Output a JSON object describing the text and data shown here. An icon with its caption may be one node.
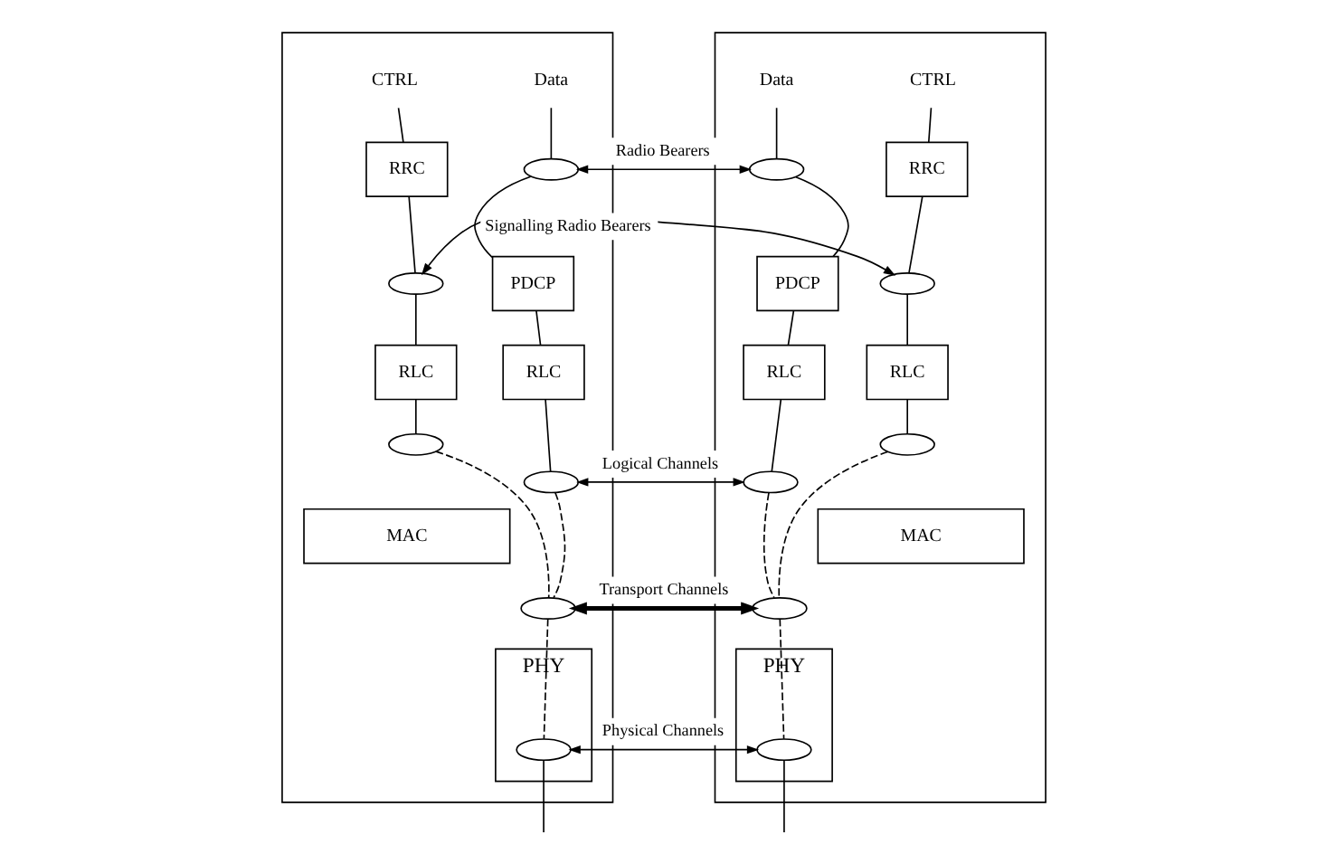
{
  "diagram": {
    "nodes": [
      {
        "text": [],
        "shape": "box"
      },
      {
        "text": [
          "CTRL"
        ],
        "in": 0
      },
      {
        "text": [
          "Data"
        ],
        "in": 0
      },
      {
        "text": [
          "RRC"
        ],
        "in": 0
      },
      {
        "text": [],
        "shape": "ellipse",
        "in": 0
      },
      {
        "text": [],
        "shape": "ellipse",
        "in": 0
      },
      {
        "text": [
          "PDCP"
        ],
        "in": 0
      },
      {
        "text": [
          "RLC"
        ],
        "in": 0
      },
      {
        "text": [
          "RLC"
        ],
        "in": 0
      },
      {
        "text": [],
        "shape": "ellipse",
        "in": 0
      },
      {
        "text": [],
        "shape": "ellipse",
        "in": 0
      },
      {
        "text": [
          "MAC"
        ],
        "in": 0
      },
      {
        "text": [],
        "shape": "ellipse",
        "in": 0
      },
      {
        "text": [
          "PHY"
        ],
        "in": 0
      },
      {
        "text": [],
        "shape": "ellipse",
        "in": 13
      },
      {
        "text": [],
        "shape": "box"
      },
      {
        "text": [
          "Data"
        ],
        "in": 15
      },
      {
        "text": [
          "CTRL"
        ],
        "in": 15
      },
      {
        "text": [
          "RRC"
        ],
        "in": 15
      },
      {
        "text": [],
        "shape": "ellipse",
        "in": 15
      },
      {
        "text": [],
        "shape": "ellipse",
        "in": 15
      },
      {
        "text": [
          "PDCP"
        ],
        "in": 15
      },
      {
        "text": [
          "RLC"
        ],
        "in": 15
      },
      {
        "text": [
          "RLC"
        ],
        "in": 15
      },
      {
        "text": [],
        "shape": "ellipse",
        "in": 15
      },
      {
        "text": [],
        "shape": "ellipse",
        "in": 15
      },
      {
        "text": [
          "MAC"
        ],
        "in": 15
      },
      {
        "text": [],
        "shape": "ellipse",
        "in": 15
      },
      {
        "text": [
          "PHY"
        ],
        "in": 15
      },
      {
        "text": [],
        "shape": "ellipse",
        "in": 28
      }
    ],
    "edges": [
      {
        "from": 1,
        "to": 3,
        "arrow": "none"
      },
      {
        "from": 3,
        "to": 4,
        "arrow": "none"
      },
      {
        "from": 4,
        "to": 7,
        "arrow": "none"
      },
      {
        "from": 7,
        "to": 9,
        "arrow": "none"
      },
      {
        "from": 2,
        "to": 5,
        "arrow": "none"
      },
      {
        "from": 5,
        "to": 6,
        "arrow": "none"
      },
      {
        "from": 6,
        "to": 8,
        "arrow": "none"
      },
      {
        "from": 8,
        "to": 10,
        "arrow": "none"
      },
      {
        "from": 9,
        "to": 12,
        "arrow": "none",
        "style": "dashed"
      },
      {
        "from": 10,
        "to": 12,
        "arrow": "none",
        "style": "dashed"
      },
      {
        "from": 12,
        "to": 14,
        "arrow": "none",
        "style": "dashed"
      },
      {
        "from": 14,
        "to": null,
        "arrow": "none"
      },
      {
        "from": 16,
        "to": 20,
        "arrow": "none"
      },
      {
        "from": 20,
        "to": 21,
        "arrow": "none"
      },
      {
        "from": 21,
        "to": 22,
        "arrow": "none"
      },
      {
        "from": 22,
        "to": 24,
        "arrow": "none"
      },
      {
        "from": 17,
        "to": 18,
        "arrow": "none"
      },
      {
        "from": 18,
        "to": 19,
        "arrow": "none"
      },
      {
        "from": 19,
        "to": 23,
        "arrow": "none"
      },
      {
        "from": 23,
        "to": 25,
        "arrow": "none"
      },
      {
        "from": 24,
        "to": 27,
        "arrow": "none",
        "style": "dashed"
      },
      {
        "from": 25,
        "to": 27,
        "arrow": "none",
        "style": "dashed"
      },
      {
        "from": 27,
        "to": 29,
        "arrow": "none",
        "style": "dashed"
      },
      {
        "from": 29,
        "to": null,
        "arrow": "none"
      },
      {
        "from": 4,
        "to": 19,
        "arrow": "both",
        "label": "Signalling Radio Bearers"
      },
      {
        "from": 5,
        "to": 20,
        "arrow": "both",
        "label": "Radio Bearers"
      },
      {
        "from": 10,
        "to": 24,
        "arrow": "both",
        "label": "Logical Channels"
      },
      {
        "from": 12,
        "to": 27,
        "arrow": "both",
        "label": "Transport Channels",
        "style": "thick"
      },
      {
        "from": 14,
        "to": 29,
        "arrow": "both",
        "label": "Physical Channels"
      }
    ]
  }
}
